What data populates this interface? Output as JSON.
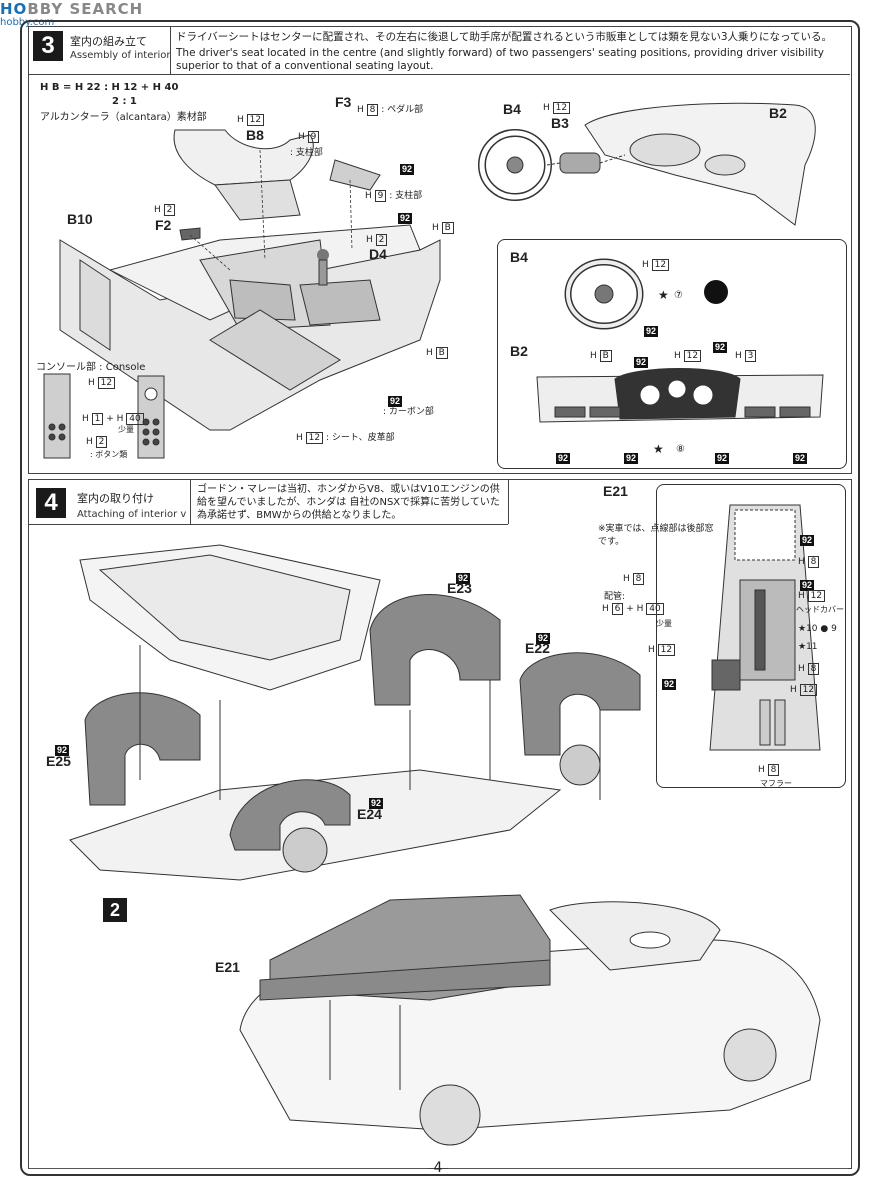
{
  "watermark": {
    "text1": "HO",
    "text2": "BBY SEARCH",
    "text3": "hobby.com"
  },
  "step3": {
    "number": "3",
    "title_jp": "室内の組み立て",
    "title_en": "Assembly of interior",
    "desc_jp": "ドライバーシートはセンターに配置され、その左右に後退して助手席が配置されるという市販車としては類を見ない3人乗りになっている。",
    "desc_en": "The driver's seat located in the centre (and slightly forward) of two passengers' seating positions, providing driver visibility superior to that of a conventional seating layout.",
    "mix_formula": "H B = H 22 : H 12 + H 40",
    "mix_ratio": "2 : 1",
    "mix_note": "アルカンターラ（alcantara）素材部",
    "labels": {
      "b8": "B8",
      "f3": "F3",
      "f2": "F2",
      "b10": "B10",
      "d4": "D4",
      "b4": "B4",
      "b3": "B3",
      "b2": "B2",
      "b4_detail": "B4",
      "b2_detail": "B2"
    },
    "notes": {
      "pedal": ": ペダル部",
      "support1": ": 支柱部",
      "support2": ": 支柱部",
      "carbon": ": カーボン部",
      "seat": ": シート、皮革部",
      "console": "コンソール部 : Console",
      "small_amount": "少量",
      "button": ": ボタン類"
    },
    "codes": {
      "h8": "8",
      "h9a": "9",
      "h9b": "9",
      "h12a": "12",
      "h12b": "12",
      "h12c": "12",
      "h12d": "12",
      "h12e": "12",
      "h2a": "2",
      "h2b": "2",
      "h2c": "2",
      "hB1": "B",
      "hB2": "B",
      "hB3": "B",
      "h3": "3",
      "h40": "40",
      "h1": "1",
      "p92": "92",
      "decal7": "7",
      "decal8": "8"
    }
  },
  "step4": {
    "number": "4",
    "title_jp": "室内の取り付け",
    "title_en": "Attaching of interior v",
    "desc_jp": "ゴードン・マレーは当初、ホンダからV8、或いはV10エンジンの供給を望んでいましたが、ホンダは 自社のNSXで採算に苦労していた為承諾せず、BMWからの供給となりました。",
    "labels": {
      "e23": "E23",
      "e22": "E22",
      "e25": "E25",
      "e24": "E24",
      "e21": "E21",
      "e21_main": "E21",
      "step2": "2"
    },
    "e21_detail": {
      "note": "※実車では、点線部は後部窓です。",
      "placement": "配管:",
      "small_amount": "少量",
      "head_cover": "ヘッドカバー",
      "muffler": "マフラー",
      "h6": "6",
      "h40": "40",
      "h8": "8",
      "h12": "12",
      "decal9": "9",
      "decal10": "10",
      "decal11": "11"
    }
  },
  "page_number": "4"
}
